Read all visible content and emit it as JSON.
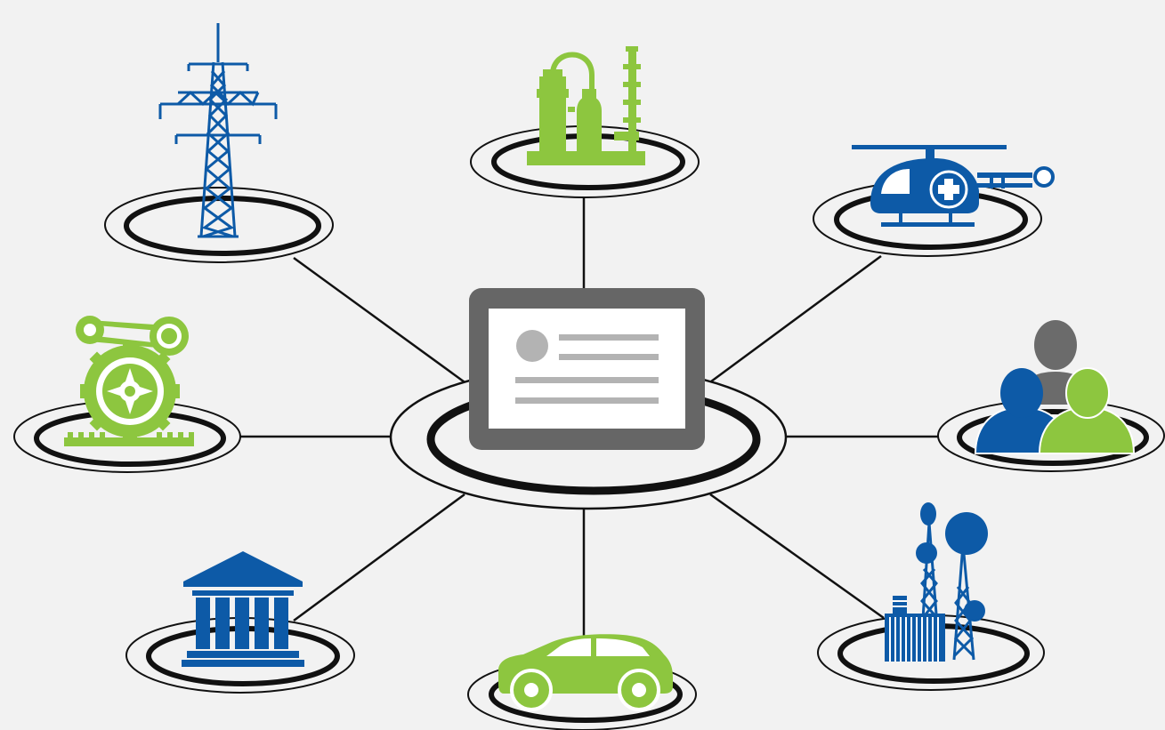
{
  "colors": {
    "background": "#f2f2f2",
    "blue": "#0d5aa7",
    "blue_dark": "#0a4f95",
    "green": "#8dc63f",
    "gray": "#6b6b6b",
    "gray_light": "#b3b3b3",
    "ring": "#111111",
    "connector": "#111111",
    "white": "#ffffff"
  },
  "hub": {
    "name": "central-tablet",
    "icon": "tablet-document-icon"
  },
  "nodes": [
    {
      "id": "power-grid",
      "icon": "transmission-tower-icon",
      "color": "blue"
    },
    {
      "id": "refinery",
      "icon": "refinery-plant-icon",
      "color": "green"
    },
    {
      "id": "medical-helicopter",
      "icon": "medical-helicopter-icon",
      "color": "blue"
    },
    {
      "id": "people",
      "icon": "people-group-icon",
      "color": "blue"
    },
    {
      "id": "telecom",
      "icon": "telecom-towers-icon",
      "color": "blue"
    },
    {
      "id": "vehicle",
      "icon": "car-icon",
      "color": "green"
    },
    {
      "id": "government",
      "icon": "government-building-icon",
      "color": "blue"
    },
    {
      "id": "manufacturing",
      "icon": "gear-machinery-icon",
      "color": "green"
    }
  ]
}
